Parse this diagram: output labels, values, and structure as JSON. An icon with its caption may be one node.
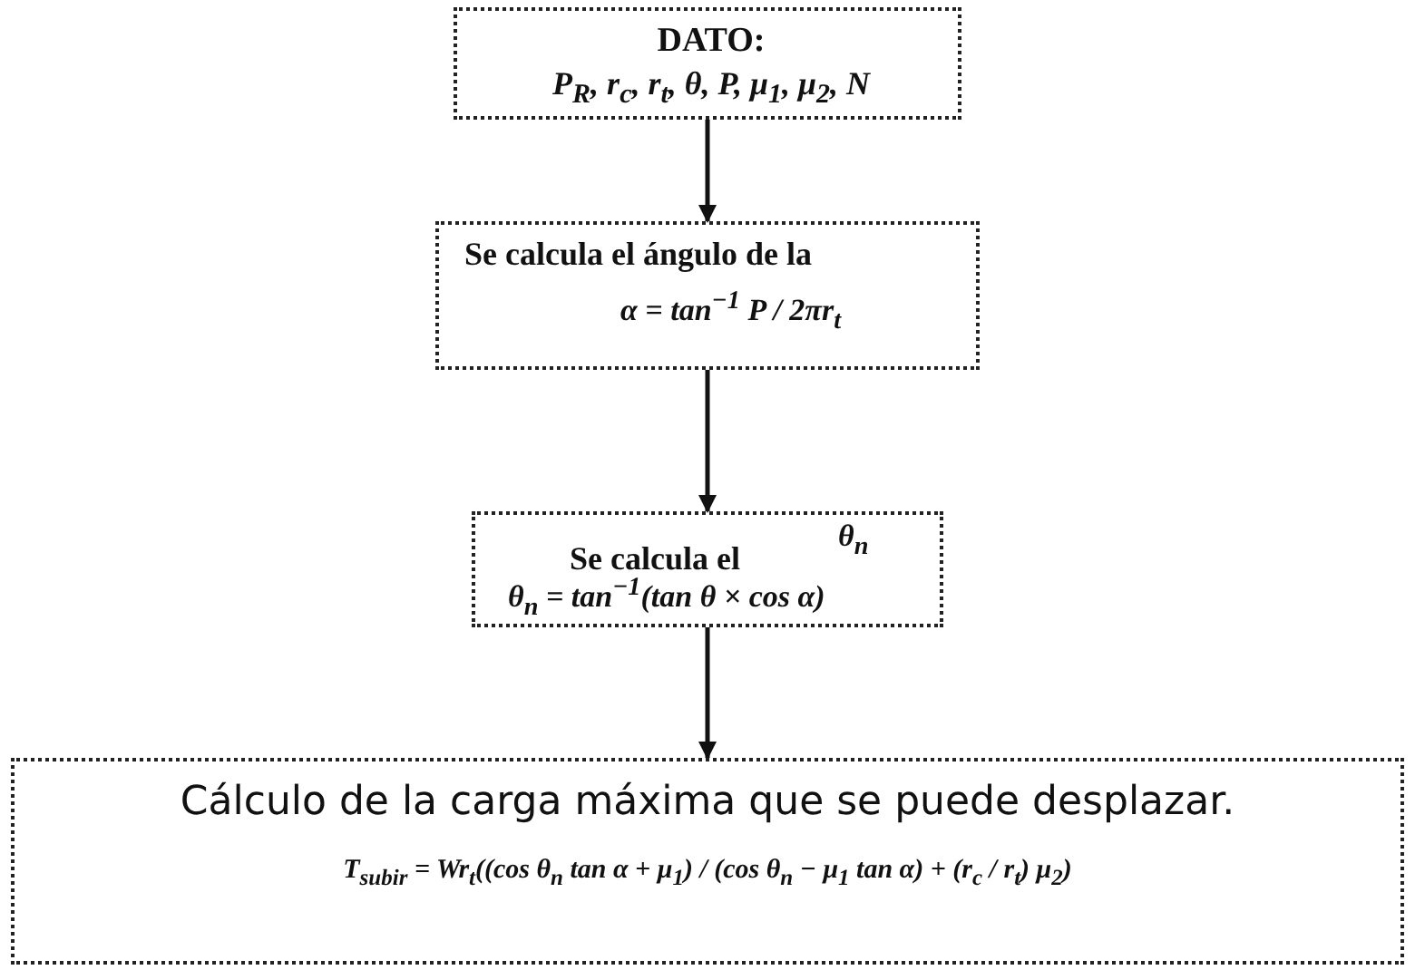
{
  "diagram": {
    "nodes": [
      {
        "text": [
          "DATO:",
          "P$_{R}$, r$_{c}$, r$_{t}$, θ, P, μ$_{1}$, μ$_{2}$, N"
        ]
      },
      {
        "text": [
          "Se calcula el ángulo de la",
          "α = tan$^{−1}$ P / 2πr$_{t}$"
        ]
      },
      {
        "text": [
          "Se calcula el",
          "θ$_{n}$",
          "θ$_{n}$ = tan$^{−1}$(tan θ × cos α)"
        ]
      },
      {
        "text": [
          "Cálculo de la carga máxima que se puede desplazar.",
          "T$_{subir}$ = Wr$_{t}$((cos θ$_{n}$ tan α + μ$_{1}$) / (cos θ$_{n}$ − μ$_{1}$ tan α) + (r$_{c}$ / r$_{t}$) μ$_{2}$)"
        ]
      }
    ],
    "edges": [
      {
        "from": 0,
        "to": 1,
        "arrow": "to"
      },
      {
        "from": 1,
        "to": 2,
        "arrow": "to"
      },
      {
        "from": 2,
        "to": 3,
        "arrow": "to"
      }
    ]
  }
}
